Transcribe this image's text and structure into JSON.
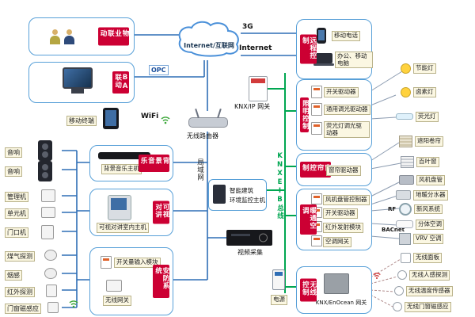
{
  "colors": {
    "tag_red": "#cc0033",
    "bus_green": "#00a651",
    "line_blue": "#2f6eb5",
    "box_border": "#58a0d8"
  },
  "left_boxes": [
    {
      "label": "物业联动"
    },
    {
      "label": "BA联动"
    }
  ],
  "left_devices": [
    "音响",
    "音响",
    "管理机",
    "单元机",
    "门口机",
    "煤气探测",
    "烟感",
    "红外探测",
    "门窗磁感应"
  ],
  "mid_boxes": [
    {
      "label": "背景音乐",
      "items": [
        "背景音乐主机"
      ]
    },
    {
      "label": "可视对讲",
      "items": [
        "可视对讲室内主机"
      ]
    },
    {
      "label": "安防系统",
      "items": [
        "开关量输入模块",
        "无线网关"
      ]
    }
  ],
  "center": {
    "cloud": "Internet/互联网",
    "opc": "OPC",
    "g3": "3G",
    "internet": "Internet",
    "mobile_terminal": "移动终端",
    "wifi": "WiFi",
    "router": "无线路由器",
    "knx_ip_gateway": "KNX/IP 网关",
    "lan": "局域网",
    "building_host_line1": "智能建筑",
    "building_host_line2": "环境监控主机",
    "video_capture": "视频采集",
    "knx_bus": "KNXEIB总线",
    "power": "电源"
  },
  "right_boxes": [
    {
      "label": "远程控制",
      "items": [
        "移动电话",
        "办公、移动电脑"
      ]
    },
    {
      "label": "照明控制",
      "items": [
        "开关驱动器",
        "通用调光驱动器",
        "荧光灯调光驱动器"
      ]
    },
    {
      "label": "窗帘控制",
      "items": [
        "窗帘驱动器"
      ]
    },
    {
      "label": "暖通空调",
      "items": [
        "风机盘管控制器",
        "开关驱动器",
        "红外发射模块",
        "空调网关"
      ]
    },
    {
      "label": "无线控制",
      "items": [
        "KNX/EnOcean 网关"
      ]
    }
  ],
  "bus_labels": {
    "rf": "RF",
    "bacnet": "BACnet"
  },
  "right_devices": [
    "节能灯",
    "卤素灯",
    "荧光灯",
    "遮阳卷帘",
    "百叶窗",
    "风机盘管",
    "地暖分水器",
    "新风系统",
    "分体空调",
    "VRV 空调",
    "无线面板",
    "无线人感探测",
    "无线温度传感器",
    "无线门窗磁感应"
  ],
  "icons": {
    "people-icon": "two-person-silhouette",
    "desktop-computer-icon": "monitor",
    "speaker-icon": "speaker-box",
    "tablet-icon": "tablet",
    "wifi-icon": "signal-arcs",
    "cloud-icon": "cloud-outline",
    "router-icon": "router-with-antennas",
    "knx-ip-gateway-icon": "din-module",
    "host-icon": "controller-panel",
    "av-receiver-icon": "av-receiver",
    "power-supply-icon": "din-power-module",
    "phone-icon": "mobile-phone",
    "laptop-icon": "laptop",
    "din-module-icon": "din-module",
    "enocean-gateway-icon": "gray-module"
  }
}
